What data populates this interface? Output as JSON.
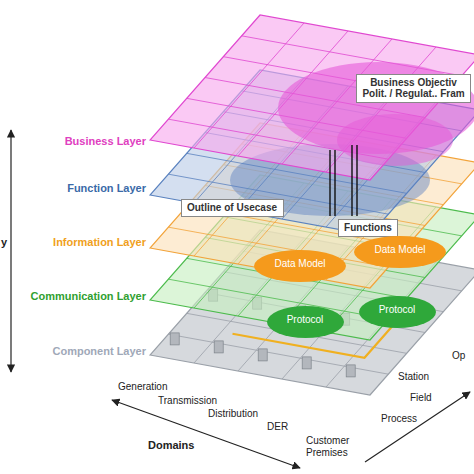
{
  "diagram": {
    "nodes": [
      {
        "text": [
          "Business Objectiv",
          "Polit. / Regulat.. Fram"
        ]
      },
      {
        "text": [
          "Outline of Usecase"
        ]
      },
      {
        "text": [
          "Functions"
        ]
      },
      {
        "text": [
          "Data Model"
        ]
      },
      {
        "text": [
          "Data Model"
        ]
      },
      {
        "text": [
          "Protocol"
        ]
      },
      {
        "text": [
          "Protocol"
        ]
      }
    ],
    "labels": [
      "Business Layer",
      "Function Layer",
      "Information Layer",
      "Communication Layer",
      "Component Layer",
      "Generation",
      "Transmission",
      "Distribution",
      "DER",
      "Customer Premises",
      "Domains",
      "Process",
      "Field",
      "Station",
      "Op",
      "y"
    ]
  }
}
